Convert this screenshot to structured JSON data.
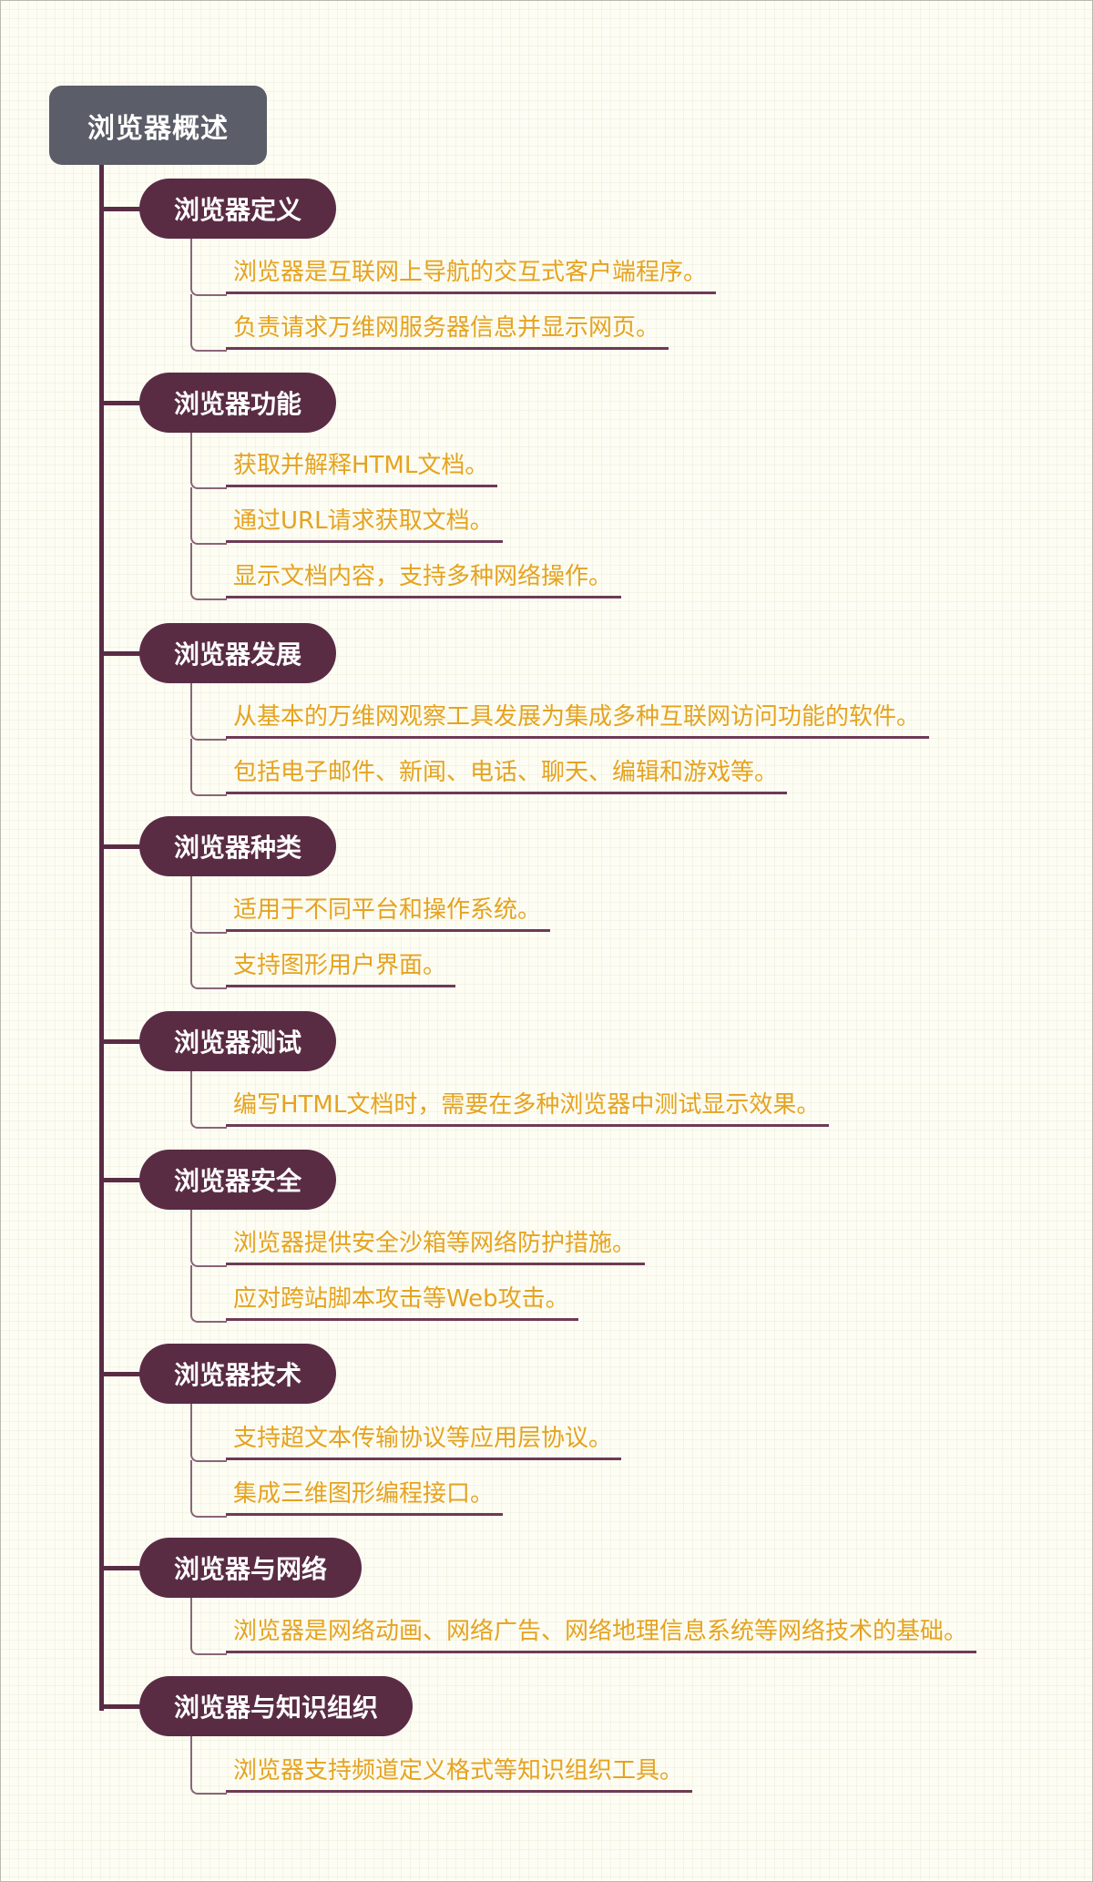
{
  "root": {
    "label": "浏览器概述"
  },
  "branches": [
    {
      "label": "浏览器定义",
      "leaves": [
        "浏览器是互联网上导航的交互式客户端程序。",
        "负责请求万维网服务器信息并显示网页。"
      ]
    },
    {
      "label": "浏览器功能",
      "leaves": [
        "获取并解释HTML文档。",
        "通过URL请求获取文档。",
        "显示文档内容，支持多种网络操作。"
      ]
    },
    {
      "label": "浏览器发展",
      "leaves": [
        "从基本的万维网观察工具发展为集成多种互联网访问功能的软件。",
        "包括电子邮件、新闻、电话、聊天、编辑和游戏等。"
      ]
    },
    {
      "label": "浏览器种类",
      "leaves": [
        "适用于不同平台和操作系统。",
        "支持图形用户界面。"
      ]
    },
    {
      "label": "浏览器测试",
      "leaves": [
        "编写HTML文档时，需要在多种浏览器中测试显示效果。"
      ]
    },
    {
      "label": "浏览器安全",
      "leaves": [
        "浏览器提供安全沙箱等网络防护措施。",
        "应对跨站脚本攻击等Web攻击。"
      ]
    },
    {
      "label": "浏览器技术",
      "leaves": [
        "支持超文本传输协议等应用层协议。",
        "集成三维图形编程接口。"
      ]
    },
    {
      "label": "浏览器与网络",
      "leaves": [
        "浏览器是网络动画、网络广告、网络地理信息系统等网络技术的基础。"
      ]
    },
    {
      "label": "浏览器与知识组织",
      "leaves": [
        "浏览器支持频道定义格式等知识组织工具。"
      ]
    }
  ]
}
